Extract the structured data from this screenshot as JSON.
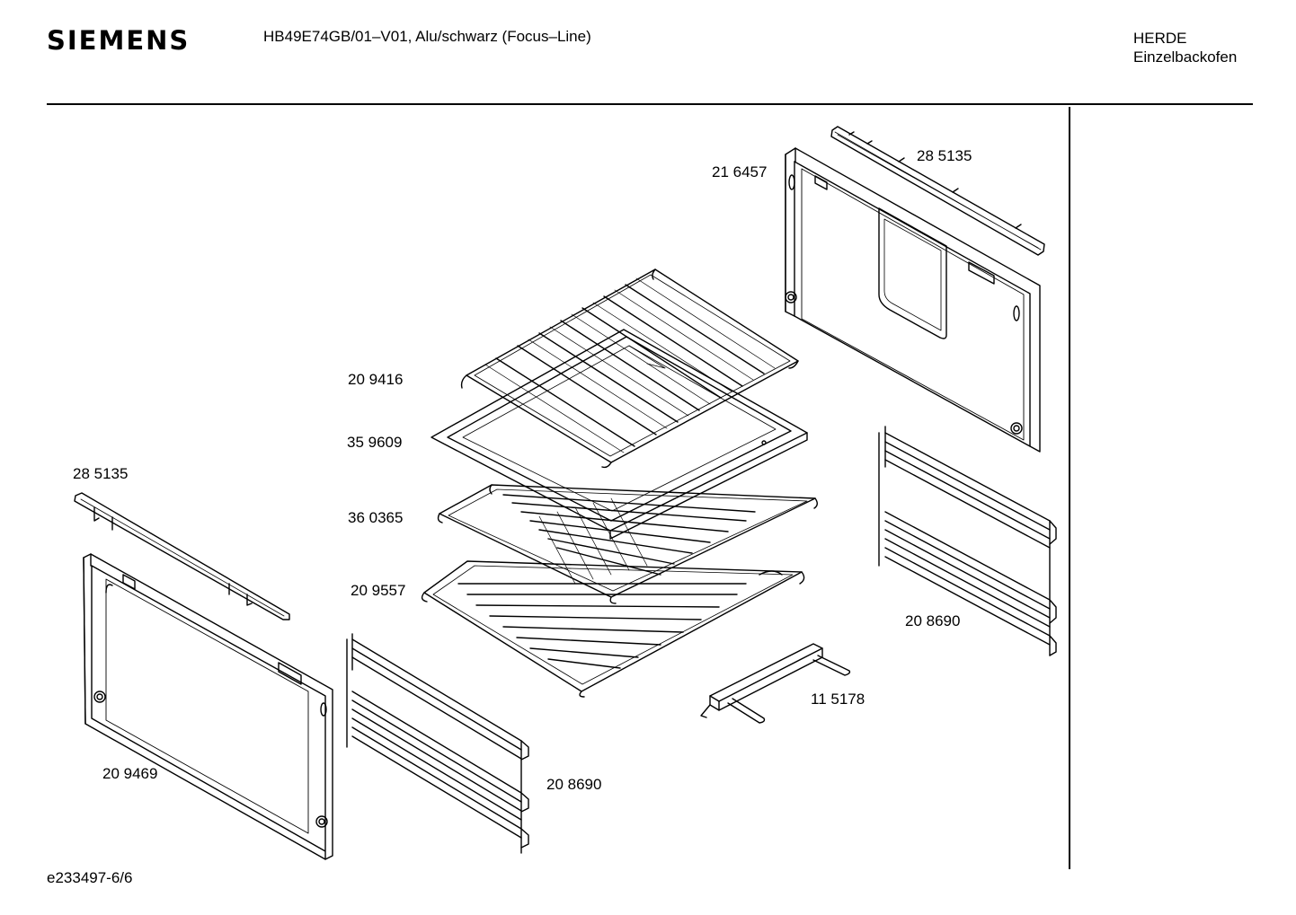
{
  "header": {
    "brand": "SIEMENS",
    "model_line": "HB49E74GB/01–V01, Alu/schwarz (Focus–Line)",
    "category": "HERDE",
    "subcategory": "Einzelbackofen"
  },
  "parts": {
    "p1": "28 5135",
    "p2": "21 6457",
    "p3": "20 9416",
    "p4": "35 9609",
    "p5": "28 5135",
    "p6": "36 0365",
    "p7": "20 9557",
    "p8": "20 8690",
    "p9": "11 5178",
    "p10": "20 9469",
    "p11": "20 8690"
  },
  "footer": {
    "doc_id": "e233497-6/6"
  }
}
